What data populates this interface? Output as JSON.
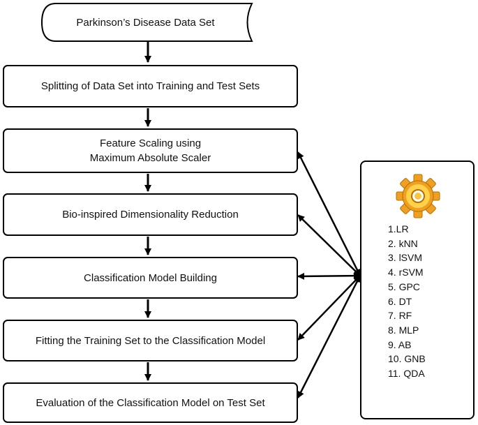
{
  "flow": {
    "dataset": "Parkinson’s Disease Data Set",
    "split": "Splitting of Data Set into Training and Test Sets",
    "scaling_line1": "Feature Scaling using",
    "scaling_line2": "Maximum Absolute Scaler",
    "reduction": "Bio-inspired Dimensionality Reduction",
    "model_building": "Classification Model Building",
    "fitting": "Fitting the Training Set to the Classification Model",
    "evaluation": "Evaluation of the Classification Model on Test Set"
  },
  "classifiers": {
    "icon": "gear-icon",
    "items": [
      "1.LR",
      "2. kNN",
      "3. lSVM",
      "4. rSVM",
      "5. GPC",
      "6. DT",
      "7. RF",
      "8. MLP",
      "9. AB",
      "10. GNB",
      "11. QDA"
    ]
  },
  "colors": {
    "gear_outer": "#f0a020",
    "gear_inner": "#ffd24a",
    "stroke": "#000000"
  }
}
